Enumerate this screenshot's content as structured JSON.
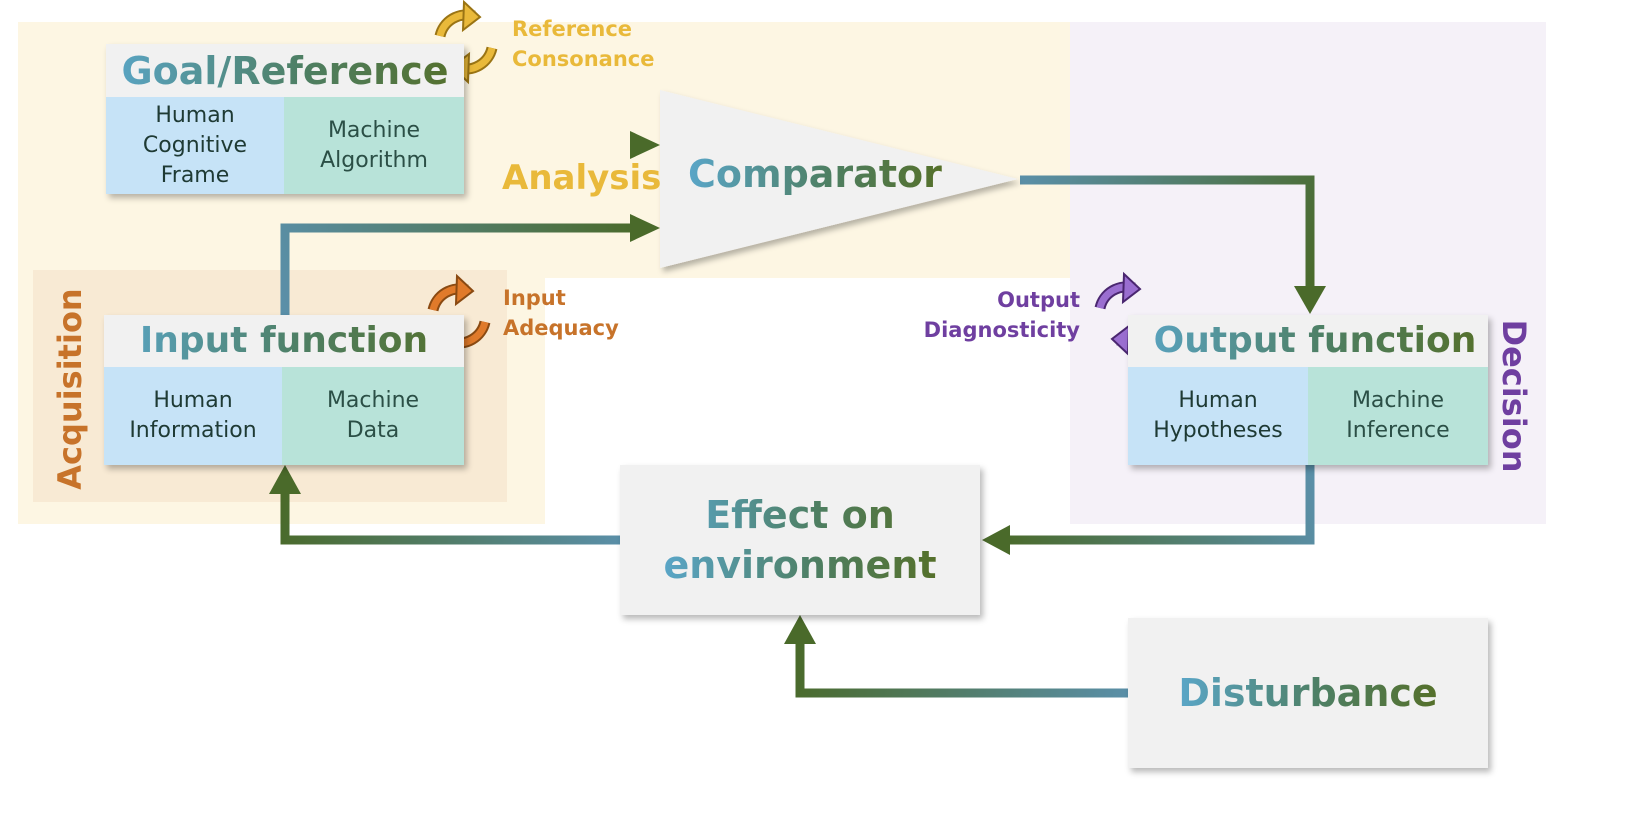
{
  "colors": {
    "analysis": "#e9b93a",
    "acquisition": "#c7732a",
    "decision": "#6f3fa0",
    "arrow_start": "#5a8fa8",
    "arrow_end": "#4a6a2a",
    "human_cell": "#c6e3f7",
    "machine_cell": "#b8e3d9",
    "box_fill": "#f1f1f1"
  },
  "regions": {
    "analysis": {
      "label": "Analysis"
    },
    "acquisition": {
      "label": "Acquisition"
    },
    "decision": {
      "label": "Decision"
    }
  },
  "goal_reference": {
    "title": "Goal/Reference",
    "human": "Human\nCognitive\nFrame",
    "machine": "Machine\nAlgorithm"
  },
  "comparator": {
    "title": "Comparator"
  },
  "input_function": {
    "title": "Input function",
    "human": "Human\nInformation",
    "machine": "Machine\nData"
  },
  "output_function": {
    "title": "Output function",
    "human": "Human\nHypotheses",
    "machine": "Machine\nInference"
  },
  "effect": {
    "title": "Effect on\nenvironment"
  },
  "disturbance": {
    "title": "Disturbance"
  },
  "loops": {
    "reference": {
      "label": "Reference\nConsonance",
      "icon": "cycle-arrows-icon"
    },
    "input": {
      "label": "Input\nAdequacy",
      "icon": "cycle-arrows-icon"
    },
    "output": {
      "label": "Output\nDiagnosticity",
      "icon": "cycle-arrows-icon"
    }
  }
}
